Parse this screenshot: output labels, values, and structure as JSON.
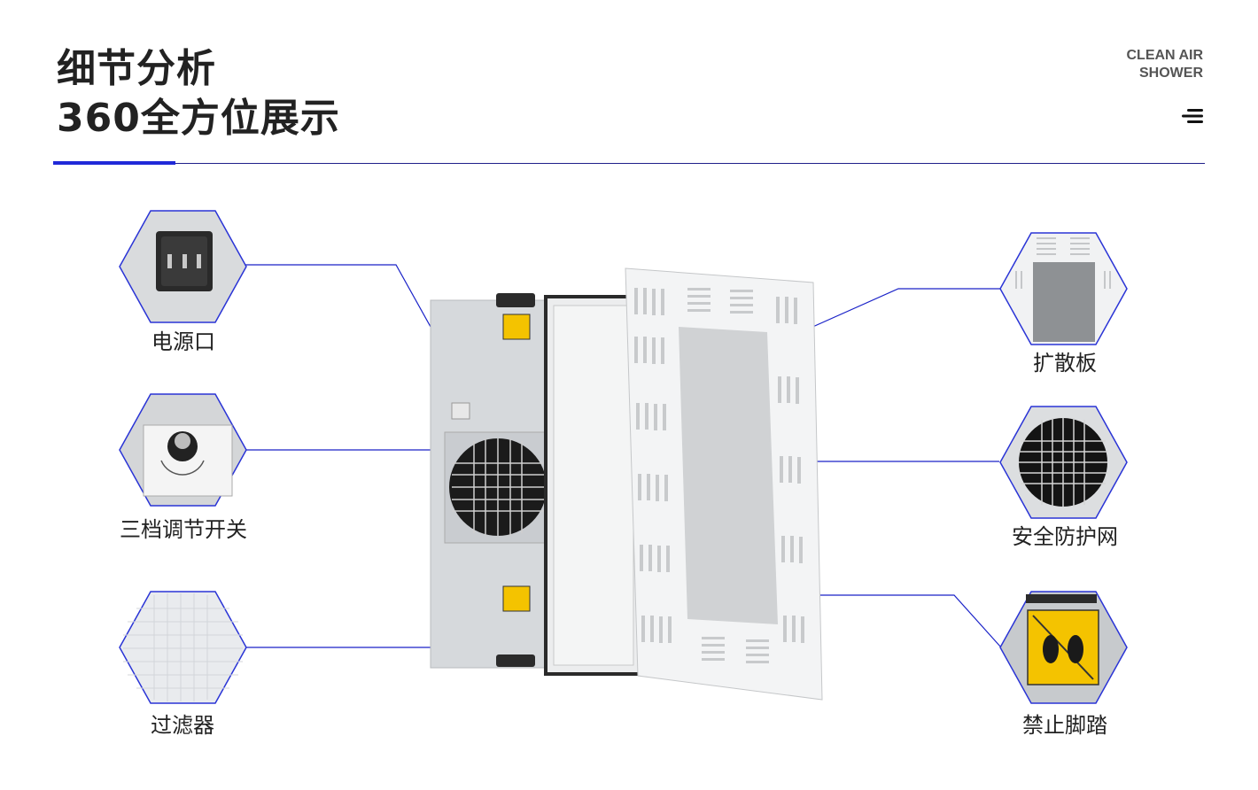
{
  "header": {
    "title_line1": "细节分析",
    "title_line2": "360全方位展示",
    "brand_line1": "CLEAN AIR",
    "brand_line2": "SHOWER",
    "menu_icon": "menu-icon"
  },
  "colors": {
    "accent": "#2029d8",
    "divider": "#1f1f8a",
    "callout_line": "#1a22c8",
    "hexagon_border": "#2a34d6",
    "caution_yellow": "#f4c300"
  },
  "callouts": {
    "power_port": "电源口",
    "three_speed_switch": "三档调节开关",
    "filter": "过滤器",
    "diffuser_plate": "扩散板",
    "safety_grille": "安全防护网",
    "no_stepping": "禁止脚踏"
  }
}
